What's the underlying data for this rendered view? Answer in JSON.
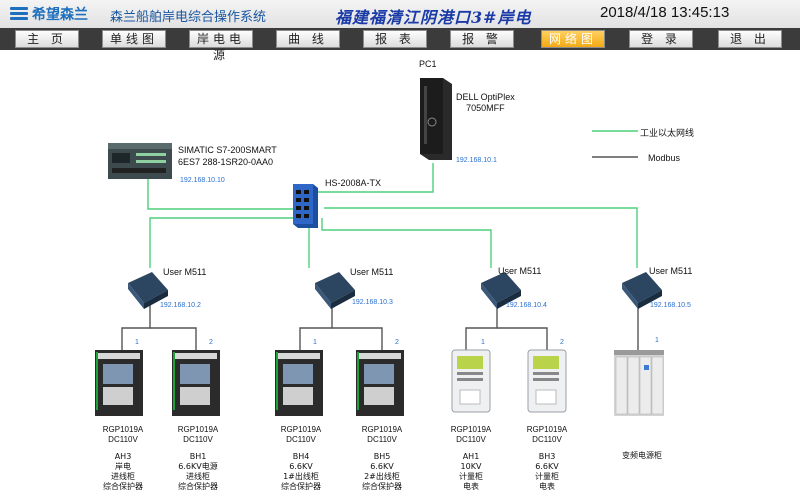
{
  "header": {
    "brand": "希望森兰",
    "app_title": "森兰船舶岸电综合操作系统",
    "site_title": "福建福清江阴港口3#岸电",
    "datetime": "2018/4/18 13:45:13"
  },
  "nav": [
    {
      "label": "主 页",
      "active": false
    },
    {
      "label": "单线图",
      "active": false
    },
    {
      "label": "岸电电源",
      "active": false
    },
    {
      "label": "曲 线",
      "active": false
    },
    {
      "label": "报 表",
      "active": false
    },
    {
      "label": "报 警",
      "active": false
    },
    {
      "label": "网络图",
      "active": true
    },
    {
      "label": "登 录",
      "active": false
    },
    {
      "label": "退 出",
      "active": false
    }
  ],
  "legend": {
    "ethernet": "工业以太网线",
    "modbus": "Modbus",
    "ethernet_color": "#4dd07a",
    "modbus_color": "#555555"
  },
  "pc": {
    "name": "PC1",
    "model_line1": "DELL OptiPlex",
    "model_line2": "7050MFF",
    "ip": "192.168.10.1"
  },
  "plc": {
    "model_line1": "SIMATIC S7-200SMART",
    "model_line2": "6ES7 288-1SR20-0AA0",
    "ip": "192.168.10.10"
  },
  "switch": {
    "name": "HS-2008A-TX"
  },
  "gateways": [
    {
      "name": "User M511",
      "ip": "192.168.10.2"
    },
    {
      "name": "User M511",
      "ip": "192.168.10.3"
    },
    {
      "name": "User M511",
      "ip": "192.168.10.4"
    },
    {
      "name": "User M511",
      "ip": "192.168.10.5"
    }
  ],
  "devices": [
    {
      "port": "1",
      "model": "RGP1019A",
      "volt": "DC110V",
      "desc": [
        "AH3",
        "岸电",
        "进线柜",
        "综合保护器"
      ]
    },
    {
      "port": "2",
      "model": "RGP1019A",
      "volt": "DC110V",
      "desc": [
        "BH1",
        "6.6KV电源",
        "进线柜",
        "综合保护器"
      ]
    },
    {
      "port": "1",
      "model": "RGP1019A",
      "volt": "DC110V",
      "desc": [
        "BH4",
        "6.6KV",
        "1#出线柜",
        "综合保护器"
      ]
    },
    {
      "port": "2",
      "model": "RGP1019A",
      "volt": "DC110V",
      "desc": [
        "BH5",
        "6.6KV",
        "2#出线柜",
        "综合保护器"
      ]
    },
    {
      "port": "1",
      "model": "RGP1019A",
      "volt": "DC110V",
      "desc": [
        "AH1",
        "10KV",
        "计量柜",
        "电表"
      ]
    },
    {
      "port": "2",
      "model": "RGP1019A",
      "volt": "DC110V",
      "desc": [
        "BH3",
        "6.6KV",
        "计量柜",
        "电表"
      ]
    }
  ],
  "vfd": {
    "port": "1",
    "label": "变频电源柜"
  }
}
